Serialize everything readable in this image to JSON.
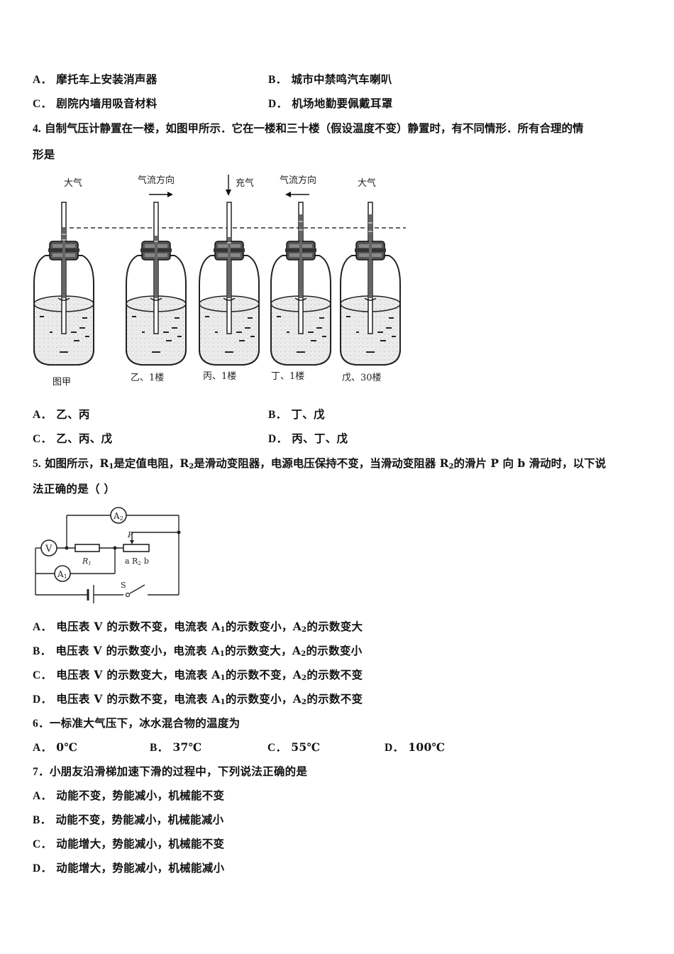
{
  "q3_options": [
    {
      "label": "A．",
      "text": "摩托车上安装消声器"
    },
    {
      "label": "B．",
      "text": "城市中禁鸣汽车喇叭"
    },
    {
      "label": "C．",
      "text": "剧院内墙用吸音材料"
    },
    {
      "label": "D．",
      "text": "机场地勤要佩戴耳罩"
    }
  ],
  "q4": {
    "number": "4.",
    "stem_line1": "自制气压计静置在一楼，如图甲所示．它在一楼和三十楼（假设温度不变）静置时，有不同情形．所有合理的情",
    "stem_line2": "形是",
    "figure": {
      "top_labels": [
        "大气",
        "气流方向",
        "充气",
        "气流方向",
        "大气"
      ],
      "bottom_labels": [
        "图甲",
        "乙、1楼",
        "丙、1楼",
        "丁、1楼",
        "戊、30楼"
      ]
    },
    "options": [
      {
        "label": "A．",
        "text": "乙、丙"
      },
      {
        "label": "B．",
        "text": "丁、戊"
      },
      {
        "label": "C．",
        "text": "乙、丙、戊"
      },
      {
        "label": "D．",
        "text": "丙、丁、戊"
      }
    ]
  },
  "q5": {
    "number": "5.",
    "stem_line1_a": "如图所示，R",
    "stem_line1_b": "是定值电阻，R",
    "stem_line1_c": "是滑动变阻器，电源电压保持不变，当滑动变阻器 R",
    "stem_line1_d": "的滑片 P 向 b 滑动时，以下说",
    "sub1": "1",
    "sub2": "2",
    "stem_line2": "法正确的是（ ）",
    "circuit": {
      "meter_a2": "A",
      "meter_a2_sub": "2",
      "meter_a1": "A",
      "meter_a1_sub": "1",
      "meter_v": "V",
      "r1_label": "R",
      "r1_sub": "1",
      "r2_label": "a R",
      "r2_sub": "2",
      "r2_b": "b",
      "slider": "P",
      "switch": "S"
    },
    "options": [
      {
        "label": "A．",
        "p1": "电压表 V 的示数不变，电流表 A",
        "p2": "的示数变小，A",
        "p3": "的示数变大"
      },
      {
        "label": "B．",
        "p1": "电压表 V 的示数变小，电流表 A",
        "p2": "的示数变大，A",
        "p3": "的示数变小"
      },
      {
        "label": "C．",
        "p1": "电压表 V 的示数变大，电流表 A",
        "p2": "的示数不变，A",
        "p3": "的示数不变"
      },
      {
        "label": "D．",
        "p1": "电压表 V 的示数不变，电流表 A",
        "p2": "的示数变小，A",
        "p3": "的示数不变"
      }
    ]
  },
  "q6": {
    "number": "6．",
    "stem": "一标准大气压下，冰水混合物的温度为",
    "options": [
      {
        "label": "A．",
        "text": "0℃"
      },
      {
        "label": "B．",
        "text": "37℃"
      },
      {
        "label": "C．",
        "text": "55℃"
      },
      {
        "label": "D．",
        "text": "100℃"
      }
    ]
  },
  "q7": {
    "number": "7．",
    "stem": "小朋友沿滑梯加速下滑的过程中，下列说法正确的是",
    "options": [
      {
        "label": "A．",
        "text": "动能不变，势能减小，机械能不变"
      },
      {
        "label": "B．",
        "text": "动能不变，势能减小，机械能减小"
      },
      {
        "label": "C．",
        "text": "动能增大，势能减小，机械能不变"
      },
      {
        "label": "D．",
        "text": "动能增大，势能减小，机械能减小"
      }
    ]
  }
}
